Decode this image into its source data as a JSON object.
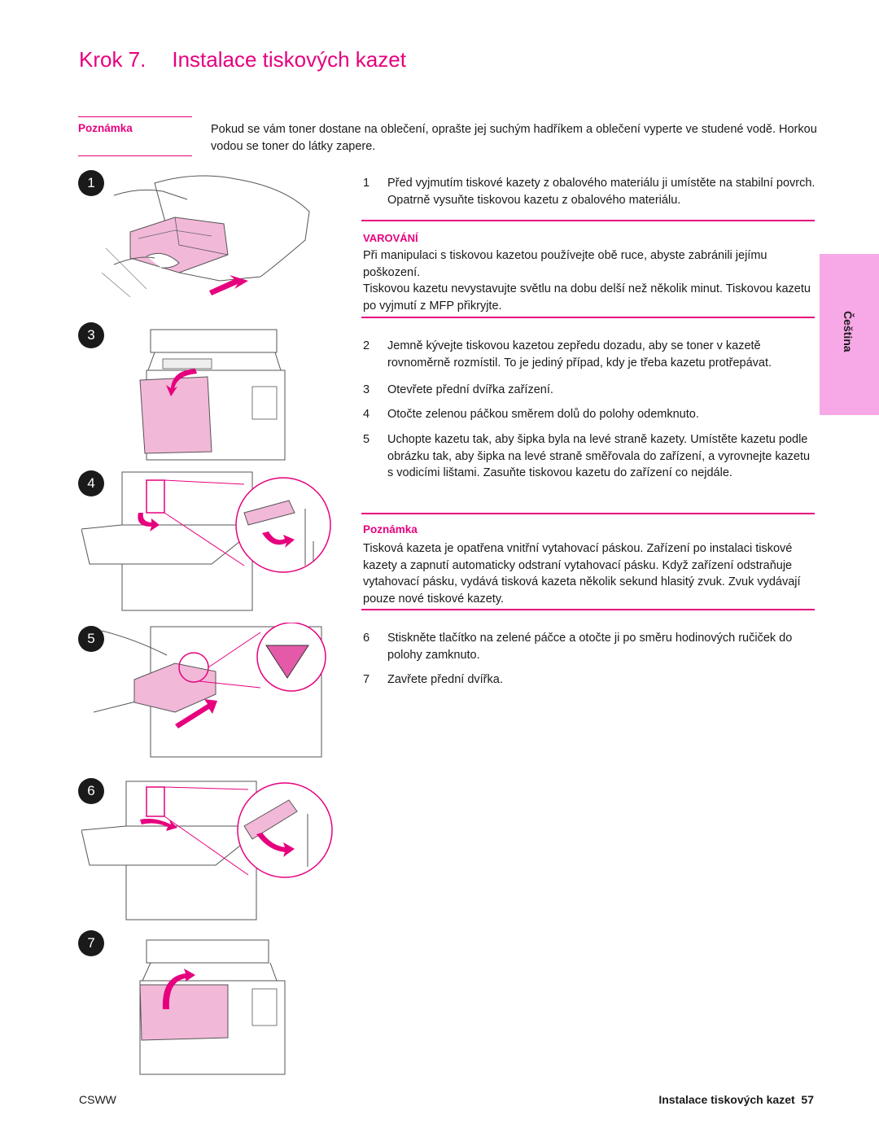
{
  "header": {
    "step_label": "Krok 7.",
    "title": "Instalace tiskových kazet"
  },
  "top_note": {
    "label": "Poznámka",
    "text": "Pokud se vám toner dostane na oblečení, oprašte jej suchým hadříkem a oblečení vyperte ve studené vodě. Horkou vodou se toner do látky zapere."
  },
  "steps": [
    {
      "num": "1",
      "text": "Před vyjmutím tiskové kazety z obalového materiálu ji umístěte na stabilní povrch. Opatrně vysuňte tiskovou kazetu z obalového materiálu."
    },
    {
      "num": "2",
      "text": "Jemně kývejte tiskovou kazetou zepředu dozadu, aby se toner v kazetě rovnoměrně rozmístil. To je jediný případ, kdy je třeba kazetu protřepávat."
    },
    {
      "num": "3",
      "text": "Otevřete přední dvířka zařízení."
    },
    {
      "num": "4",
      "text": "Otočte zelenou páčkou směrem dolů do polohy odemknuto."
    },
    {
      "num": "5",
      "text": "Uchopte kazetu tak, aby šipka byla na levé straně kazety. Umístěte kazetu podle obrázku tak, aby šipka na levé straně směřovala do zařízení, a vyrovnejte kazetu s vodicími lištami. Zasuňte tiskovou kazetu do zařízení co nejdále."
    },
    {
      "num": "6",
      "text": "Stiskněte tlačítko na zelené páčce a otočte ji po směru hodinových ručiček do polohy zamknuto."
    },
    {
      "num": "7",
      "text": "Zavřete přední dvířka."
    }
  ],
  "warning": {
    "label": "VAROVÁNÍ",
    "line1": "Při manipulaci s tiskovou kazetou používejte obě ruce, abyste zabránili jejímu poškození.",
    "line2": "Tiskovou kazetu nevystavujte světlu na dobu delší než několik minut. Tiskovou kazetu po vyjmutí z MFP přikryjte."
  },
  "note2": {
    "label": "Poznámka",
    "text": "Tisková kazeta je opatřena vnitřní vytahovací páskou. Zařízení po instalaci tiskové kazety a zapnutí automaticky odstraní vytahovací pásku. Když zařízení odstraňuje vytahovací pásku, vydává tisková kazeta několik sekund hlasitý zvuk. Zvuk vydávají pouze nové tiskové kazety."
  },
  "figure_badges": [
    "1",
    "3",
    "4",
    "5",
    "6",
    "7"
  ],
  "side_tab": {
    "label": "Čeština"
  },
  "footer": {
    "left": "CSWW",
    "section": "Instalace tiskových kazet",
    "page": "57"
  },
  "colors": {
    "accent": "#e6007e",
    "tab": "#f7a8e6",
    "cartridge": "#f2b8d8",
    "line_art": "#555555"
  }
}
